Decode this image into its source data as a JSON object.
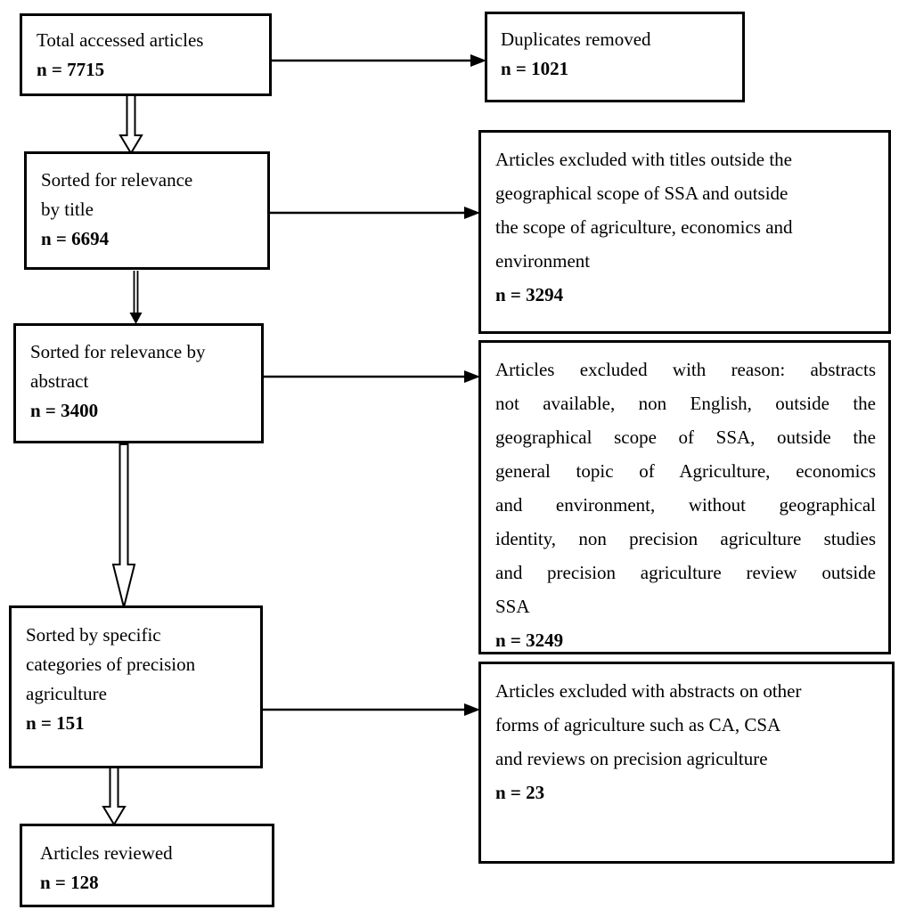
{
  "figure": {
    "background_color": "#ffffff",
    "line_color": "#000000"
  },
  "left_boxes": [
    {
      "id": "total-accessed",
      "lines": [
        "Total accessed articles"
      ],
      "n": "n = 7715"
    },
    {
      "id": "sorted-title",
      "lines": [
        "Sorted for relevance",
        "by title"
      ],
      "n": "n = 6694"
    },
    {
      "id": "sorted-abstract",
      "lines": [
        "Sorted for relevance by",
        "abstract"
      ],
      "n": "n = 3400"
    },
    {
      "id": "sorted-categories",
      "lines": [
        "Sorted by specific",
        "categories of precision",
        "agriculture"
      ],
      "n": "n = 151"
    },
    {
      "id": "articles-reviewed",
      "lines": [
        "Articles reviewed"
      ],
      "n": "n = 128"
    }
  ],
  "right_boxes": [
    {
      "id": "duplicates-removed",
      "lines": [
        "Duplicates removed"
      ],
      "n": "n = 1021"
    },
    {
      "id": "excluded-by-title",
      "lines": [
        "Articles excluded with titles outside the",
        "geographical scope of SSA and outside",
        "the scope of agriculture, economics and",
        "environment"
      ],
      "n": "n = 3294"
    },
    {
      "id": "excluded-by-abstract",
      "lines": [
        "Articles excluded with reason: abstracts",
        "not available, non English, outside the",
        "geographical scope of SSA, outside the",
        "general topic of Agriculture, economics",
        "and environment, without geographical",
        "identity, non precision agriculture studies",
        "and precision agriculture review outside",
        "SSA"
      ],
      "n": "n = 3249"
    },
    {
      "id": "excluded-other-forms",
      "lines": [
        "Articles excluded with abstracts on other",
        "forms of agriculture such as CA, CSA",
        "and reviews on precision agriculture"
      ],
      "n": "n = 23"
    }
  ]
}
